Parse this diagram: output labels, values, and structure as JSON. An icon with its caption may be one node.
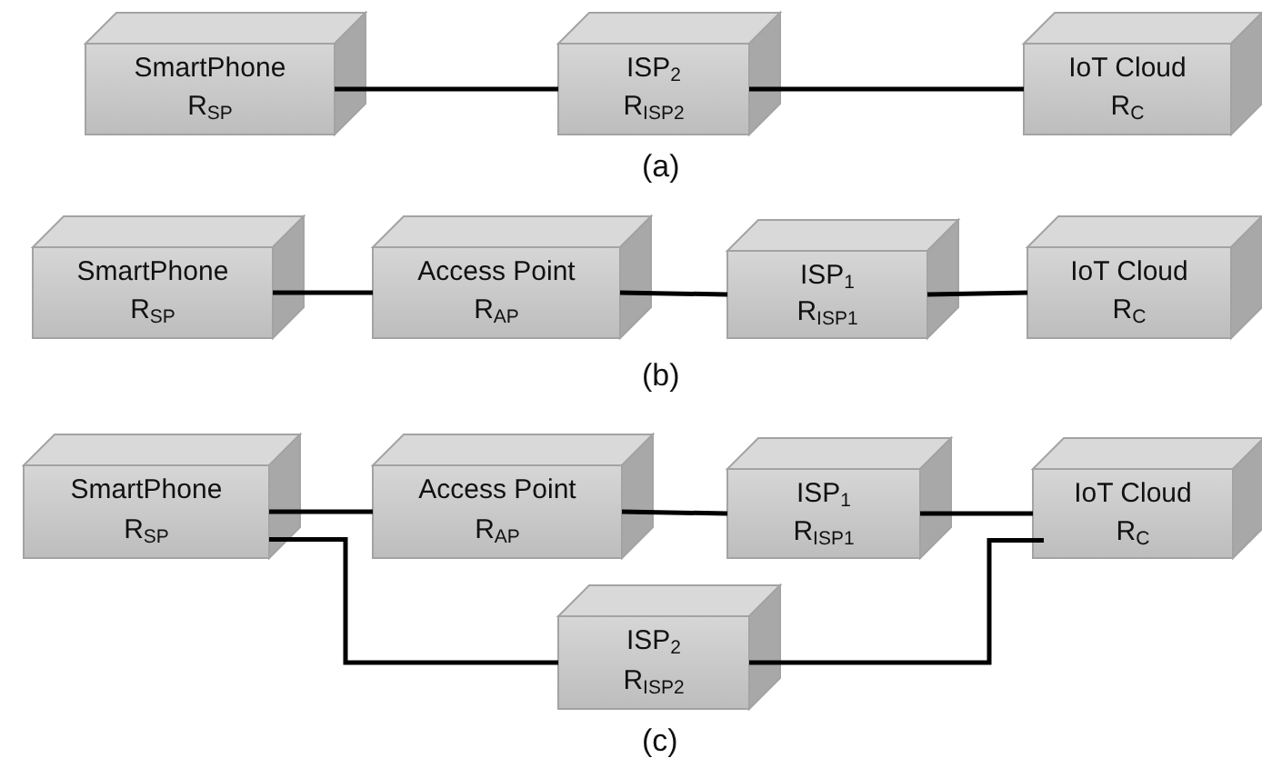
{
  "diagram": {
    "nodes": [
      {
        "text": [
          "SmartPhone",
          "R$_{SP}$"
        ]
      },
      {
        "text": [
          "ISP$_{2}$",
          "R$_{ISP2}$"
        ]
      },
      {
        "text": [
          "IoT Cloud",
          "R$_{C}$"
        ]
      },
      {
        "text": [
          "SmartPhone",
          "R$_{SP}$"
        ]
      },
      {
        "text": [
          "Access Point",
          "R$_{AP}$"
        ]
      },
      {
        "text": [
          "ISP$_{1}$",
          "R$_{ISP1}$"
        ]
      },
      {
        "text": [
          "IoT Cloud",
          "R$_{C}$"
        ]
      },
      {
        "text": [
          "SmartPhone",
          "R$_{SP}$"
        ]
      },
      {
        "text": [
          "Access Point",
          "R$_{AP}$"
        ]
      },
      {
        "text": [
          "ISP$_{1}$",
          "R$_{ISP1}$"
        ]
      },
      {
        "text": [
          "IoT Cloud",
          "R$_{C}$"
        ]
      },
      {
        "text": [
          "ISP$_{2}$",
          "R$_{ISP2}$"
        ]
      }
    ],
    "edges": [
      {
        "from": 0,
        "to": 1,
        "arrow": "none"
      },
      {
        "from": 1,
        "to": 2,
        "arrow": "none"
      },
      {
        "from": 3,
        "to": 4,
        "arrow": "none"
      },
      {
        "from": 4,
        "to": 5,
        "arrow": "none"
      },
      {
        "from": 5,
        "to": 6,
        "arrow": "none"
      },
      {
        "from": 7,
        "to": 8,
        "arrow": "none"
      },
      {
        "from": 8,
        "to": 9,
        "arrow": "none"
      },
      {
        "from": 9,
        "to": 10,
        "arrow": "none"
      },
      {
        "from": 7,
        "to": 11,
        "arrow": "none"
      },
      {
        "from": 11,
        "to": 10,
        "arrow": "none"
      }
    ],
    "labels": [
      "(a)",
      "(b)",
      "(c)"
    ]
  }
}
